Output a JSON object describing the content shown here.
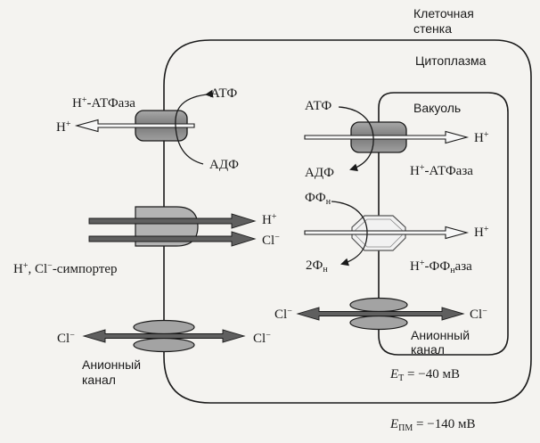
{
  "compartments": {
    "cell_wall": "Клеточная стенка",
    "cytoplasm": "Цитоплазма",
    "vacuole": "Вакуоль"
  },
  "plasma_membrane": {
    "h_atpase": {
      "name_suffix": "-АТФаза",
      "substrate": "АТФ",
      "product": "АДФ"
    },
    "symporter": {
      "name_text": ", Cl",
      "name_suffix": "-симпортер"
    },
    "anion_channel": {
      "name": "Анионный канал"
    },
    "potential_prefix": "= −140 мВ",
    "potential_sub": "ПМ"
  },
  "tonoplast": {
    "h_atpase": {
      "name_suffix": "-АТФаза",
      "substrate": "АТФ",
      "product": "АДФ"
    },
    "h_ppase": {
      "name_prefix": "-ФФ",
      "name_sub": "н",
      "name_suffix": "аза",
      "substrate": "ФФ",
      "substrate_sub": "н",
      "product": "2Ф",
      "product_sub": "н"
    },
    "anion_channel": {
      "name": "Анионный канал"
    },
    "potential_prefix": "= −40 мВ",
    "potential_sub": "Т"
  },
  "ions": {
    "h": "H",
    "h_charge": "+",
    "cl": "Cl",
    "cl_charge": "−"
  },
  "symbols": {
    "potential": "E"
  },
  "colors": {
    "ink": "#1a1a1a",
    "protein_fill": "#8c8c8c",
    "protein_light": "#bdbdbd",
    "arrow_dark": "#5a5a5a",
    "background": "#f4f3f0"
  }
}
